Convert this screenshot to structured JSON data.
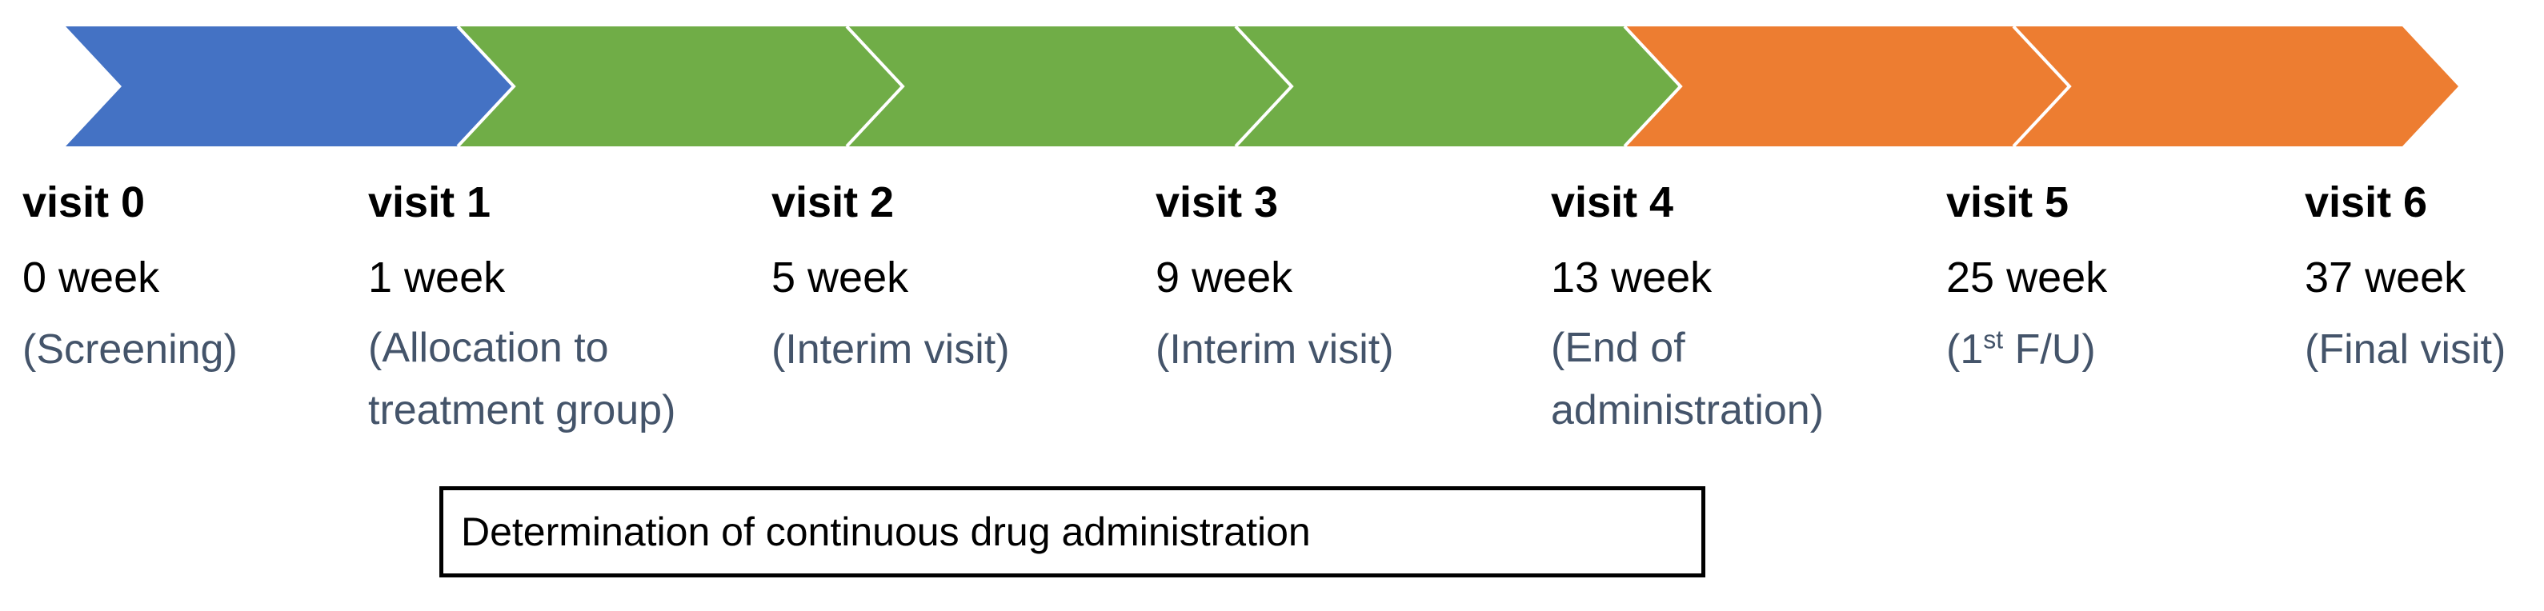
{
  "phase_colors": {
    "screening": "#4472c4",
    "treatment": "#70ad47",
    "follow_up": "#ed7d31"
  },
  "visits": [
    {
      "title": "visit 0",
      "week": "0 week",
      "desc_lines": [
        "(Screening)"
      ],
      "phase": "screening"
    },
    {
      "title": "visit 1",
      "week": "1 week",
      "desc_lines": [
        "(Allocation to",
        "treatment group)"
      ],
      "phase": "treatment"
    },
    {
      "title": "visit 2",
      "week": "5 week",
      "desc_lines": [
        "(Interim visit)"
      ],
      "phase": "treatment"
    },
    {
      "title": "visit 3",
      "week": "9 week",
      "desc_lines": [
        "(Interim visit)"
      ],
      "phase": "treatment"
    },
    {
      "title": "visit 4",
      "week": "13 week",
      "desc_lines": [
        "(End of",
        "administration)"
      ],
      "phase": "follow_up"
    },
    {
      "title": "visit 5",
      "week": "25 week",
      "desc_prefix": "(1",
      "desc_sup": "st",
      "desc_suffix": " F/U)",
      "phase": "follow_up"
    },
    {
      "title": "visit 6",
      "week": "37 week",
      "desc_lines": [
        "(Final visit)"
      ]
    }
  ],
  "box_label": "Determination of continuous drug administration"
}
